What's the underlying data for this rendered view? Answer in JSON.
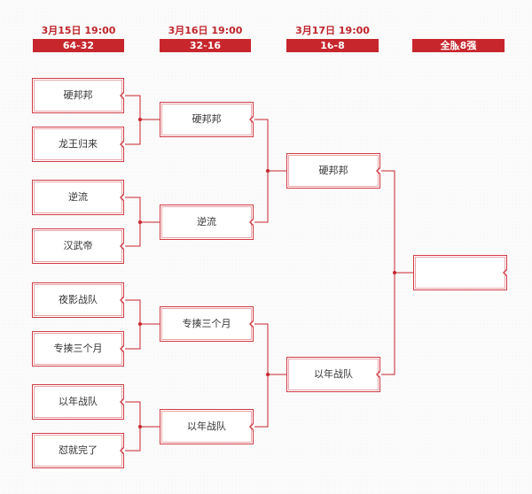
{
  "stages": [
    {
      "date": "3月15日  19:00",
      "round": "64-32"
    },
    {
      "date": "3月16日  19:00",
      "round": "32-16"
    },
    {
      "date": "3月17日  19:00",
      "round": "16-8"
    },
    {
      "date": "",
      "round": "全服8强"
    }
  ],
  "round1": [
    "硬邦邦",
    "龙王归来",
    "逆流",
    "汉武帝",
    "夜影战队",
    "专揍三个月",
    "以年战队",
    "怼就完了"
  ],
  "round2": [
    "硬邦邦",
    "逆流",
    "专揍三个月",
    "以年战队"
  ],
  "round3": [
    "硬邦邦",
    "以年战队"
  ],
  "final": [
    ""
  ],
  "colors": {
    "accent": "#c8262d",
    "line": "#c8262d",
    "box_border": "#d13c44"
  }
}
